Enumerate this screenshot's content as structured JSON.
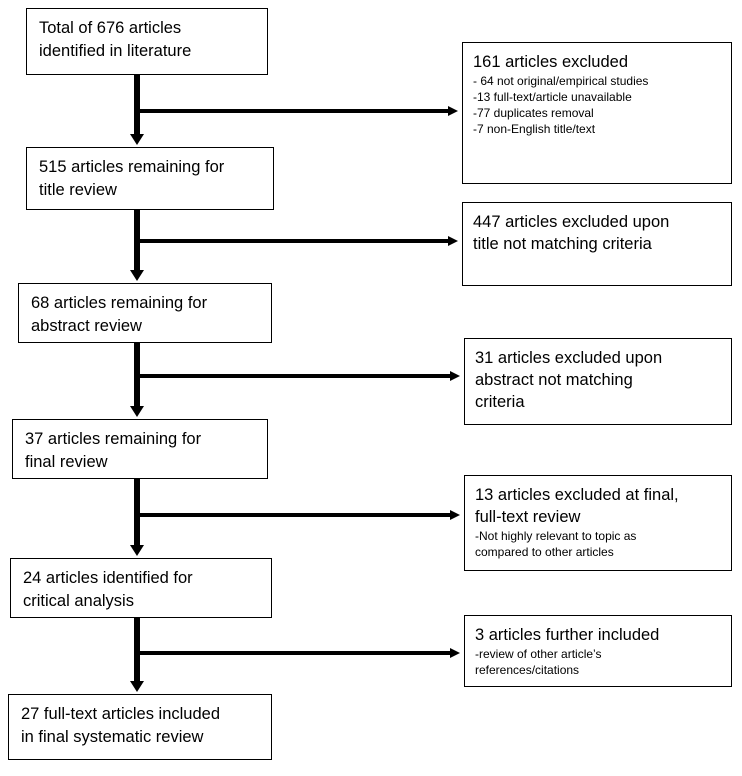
{
  "diagram": {
    "main_boxes": [
      {
        "lines": [
          "Total of 676 articles",
          "identified in literature"
        ]
      },
      {
        "lines": [
          "515 articles remaining for",
          "title review"
        ]
      },
      {
        "lines": [
          "68 articles remaining for",
          "abstract review"
        ]
      },
      {
        "lines": [
          "37 articles remaining for",
          "final review"
        ]
      },
      {
        "lines": [
          "24 articles identified for",
          "critical analysis"
        ]
      },
      {
        "lines": [
          "27 full-text articles included",
          "in final systematic review"
        ]
      }
    ],
    "side_boxes": [
      {
        "lines": [
          "161 articles excluded"
        ],
        "sub_lines": [
          "- 64 not original/empirical studies",
          "-13 full-text/article unavailable",
          "-77 duplicates removal",
          "-7 non-English title/text"
        ]
      },
      {
        "lines": [
          "447 articles excluded upon",
          "title not matching criteria"
        ],
        "sub_lines": []
      },
      {
        "lines": [
          "31 articles excluded upon",
          "abstract not matching",
          "criteria"
        ],
        "sub_lines": []
      },
      {
        "lines": [
          "13 articles excluded at final,",
          "full-text review"
        ],
        "sub_lines": [
          "-Not highly relevant to topic as",
          "compared to other articles"
        ]
      },
      {
        "lines": [
          "3 articles further included"
        ],
        "sub_lines": [
          "-review of other article’s",
          "references/citations"
        ]
      }
    ]
  }
}
